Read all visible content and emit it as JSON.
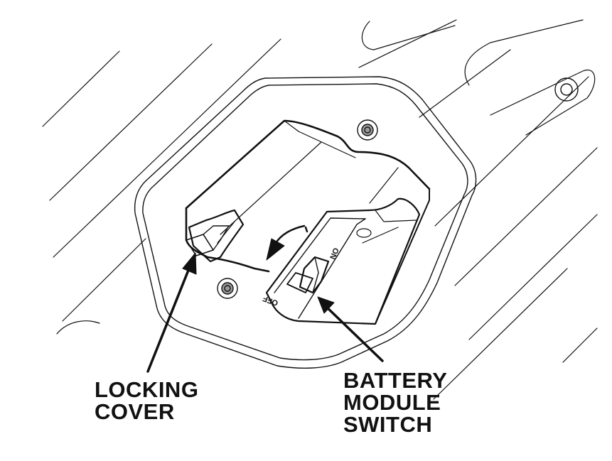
{
  "colors": {
    "ink": "#111111",
    "background": "#ffffff",
    "bolt_fill": "#9a9a9a"
  },
  "switch_markings": {
    "on": "ON",
    "off": "OFF"
  },
  "callouts": {
    "locking_cover": {
      "line1": "LOCKING",
      "line2": "COVER"
    },
    "battery_module_switch": {
      "line1": "BATTERY",
      "line2": "MODULE",
      "line3": "SWITCH"
    }
  }
}
